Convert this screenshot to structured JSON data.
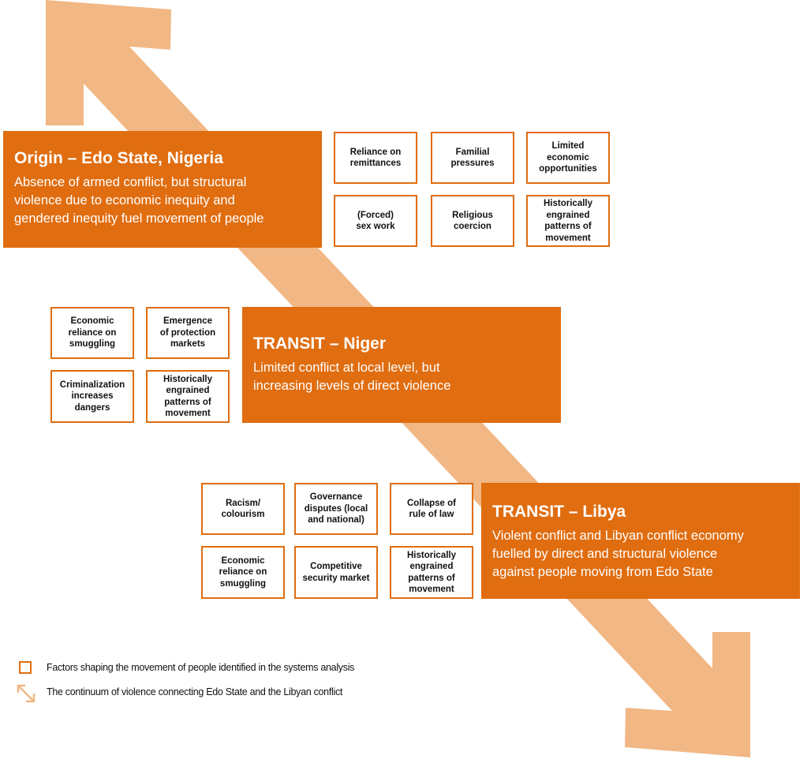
{
  "colors": {
    "stage": "#e06d10",
    "arrow": "#f1b784",
    "border": "#e06d10"
  },
  "origin": {
    "title": "Origin – Edo State, Nigeria",
    "desc": "Absence of armed conflict, but structural\nviolence due to economic inequity and\ngendered inequity fuel movement of people",
    "factors": [
      "Reliance on\nremittances",
      "Familial\npressures",
      "Limited\neconomic\nopportunities",
      "(Forced)\nsex work",
      "Religious\ncoercion",
      "Historically\nengrained\npatterns of\nmovement"
    ]
  },
  "niger": {
    "title": "TRANSIT – Niger",
    "desc": "Limited conflict at local level, but\nincreasing levels of direct violence",
    "factors": [
      "Economic\nreliance on\nsmuggling",
      "Emergence\nof protection\nmarkets",
      "Criminalization\nincreases\ndangers",
      "Historically\nengrained\npatterns of\nmovement"
    ]
  },
  "libya": {
    "title": "TRANSIT – Libya",
    "desc": "Violent conflict and Libyan conflict economy\nfuelled by direct and structural violence\nagainst people moving from Edo State",
    "factors": [
      "Racism/\ncolourism",
      "Governance\ndisputes (local\nand national)",
      "Collapse of\nrule of law",
      "Economic\nreliance on\nsmuggling",
      "Competitive\nsecurity market",
      "Historically\nengrained\npatterns of\nmovement"
    ]
  },
  "legend": {
    "factors": "Factors shaping the movement of people identified in the systems analysis",
    "continuum": "The continuum of violence connecting Edo State and the Libyan conflict"
  }
}
